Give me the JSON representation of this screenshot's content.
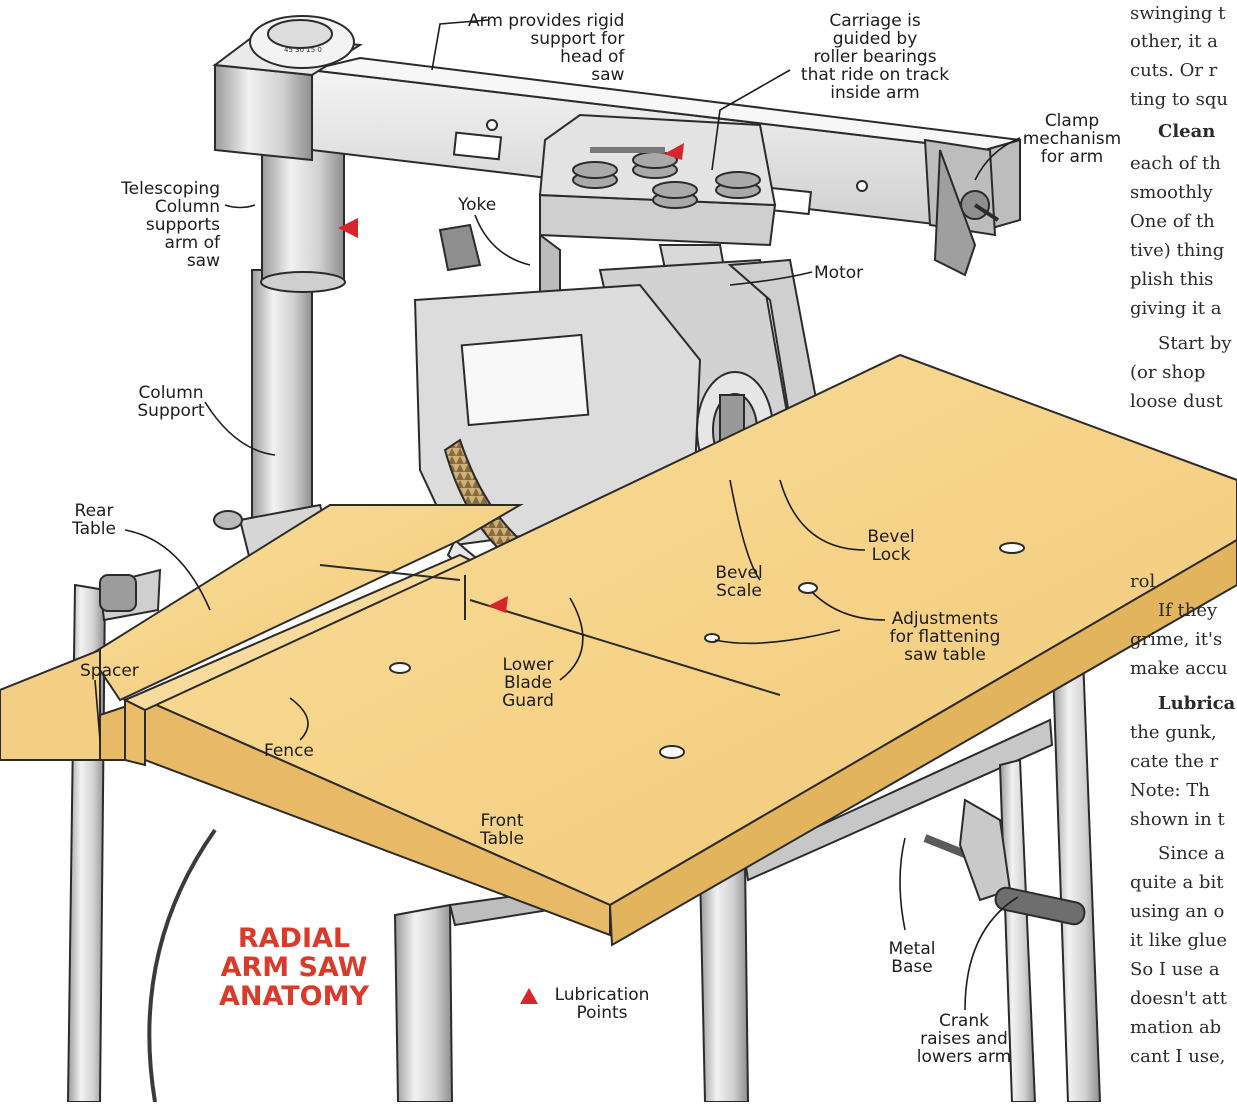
{
  "diagram": {
    "title": "RADIAL\nARM SAW\nANATOMY",
    "legend": {
      "label": "Lubrication\nPoints",
      "marker_color": "#d6262b"
    },
    "colors": {
      "wood": "#f6d48a",
      "wood_edge": "#e2b45e",
      "metal": "#dedede",
      "metal_dark": "#a8a8a8",
      "outline": "#2b2b2b",
      "accent_red": "#d93a2a"
    },
    "callouts": [
      {
        "id": "arm",
        "text": "Arm provides rigid\nsupport for\nhead of\nsaw"
      },
      {
        "id": "carriage",
        "text": "Carriage is\nguided by\nroller bearings\nthat ride on track\ninside arm"
      },
      {
        "id": "clamp",
        "text": "Clamp\nmechanism\nfor arm"
      },
      {
        "id": "telescoping-column",
        "text": "Telescoping\nColumn\nsupports\narm of\nsaw"
      },
      {
        "id": "yoke",
        "text": "Yoke"
      },
      {
        "id": "motor",
        "text": "Motor"
      },
      {
        "id": "column-support",
        "text": "Column\nSupport"
      },
      {
        "id": "rear-table",
        "text": "Rear\nTable"
      },
      {
        "id": "bevel-lock",
        "text": "Bevel\nLock"
      },
      {
        "id": "bevel-scale",
        "text": "Bevel\nScale"
      },
      {
        "id": "adjustments",
        "text": "Adjustments\nfor flattening\nsaw table"
      },
      {
        "id": "spacer",
        "text": "Spacer"
      },
      {
        "id": "lower-blade-guard",
        "text": "Lower\nBlade\nGuard"
      },
      {
        "id": "fence",
        "text": "Fence"
      },
      {
        "id": "front-table",
        "text": "Front\nTable"
      },
      {
        "id": "metal-base",
        "text": "Metal\nBase"
      },
      {
        "id": "crank",
        "text": "Crank\nraises and\nlowers arm"
      }
    ]
  },
  "article": {
    "lines": [
      {
        "text": "swinging t",
        "indent": false
      },
      {
        "text": "other, it a",
        "indent": false
      },
      {
        "text": "cuts. Or r",
        "indent": false
      },
      {
        "text": "ting to squ",
        "indent": false
      },
      {
        "bold": "Clean",
        "text": "",
        "indent": true
      },
      {
        "text": "each of th",
        "indent": false
      },
      {
        "text": "smoothly",
        "indent": false
      },
      {
        "text": "One of th",
        "indent": false
      },
      {
        "text": "tive) thing",
        "indent": false
      },
      {
        "text": "plish this",
        "indent": false
      },
      {
        "text": "giving it a",
        "indent": false
      },
      {
        "text": "Start by",
        "indent": true
      },
      {
        "text": "(or shop",
        "indent": false
      },
      {
        "text": "loose dust",
        "indent": false
      },
      {
        "text": "rol",
        "indent": false
      },
      {
        "text": "If they",
        "indent": true
      },
      {
        "text": "grime, it's",
        "indent": false
      },
      {
        "text": "make accu",
        "indent": false
      },
      {
        "bold": "Lubrica",
        "text": "",
        "indent": true
      },
      {
        "text": "the gunk,",
        "indent": false
      },
      {
        "text": "cate the r",
        "indent": false
      },
      {
        "text": "Note: Th",
        "indent": false
      },
      {
        "text": "shown in t",
        "indent": false
      },
      {
        "text": "Since a",
        "indent": true
      },
      {
        "text": "quite a bit",
        "indent": false
      },
      {
        "text": "using an o",
        "indent": false
      },
      {
        "text": "it like glue",
        "indent": false
      },
      {
        "text": "So I use a",
        "indent": false
      },
      {
        "text": "doesn't att",
        "indent": false
      },
      {
        "text": "mation ab",
        "indent": false
      },
      {
        "text": "cant I use,",
        "indent": false
      }
    ]
  }
}
